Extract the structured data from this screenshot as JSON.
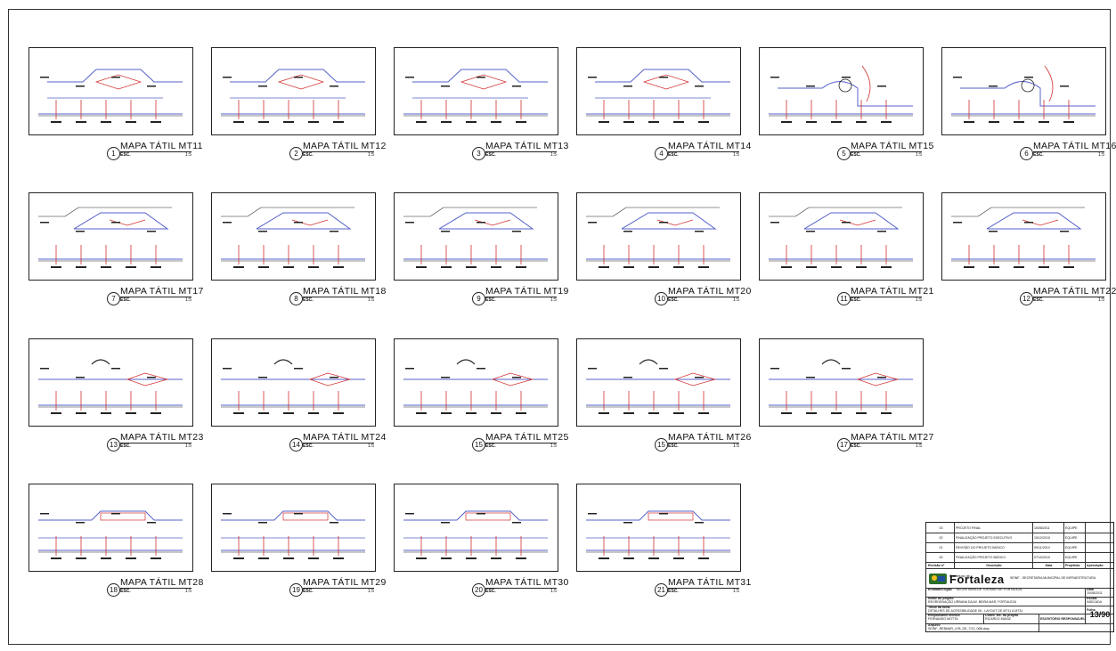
{
  "maps": [
    {
      "num": "1",
      "title": "MAPA  TÁTIL  MT11",
      "esc": "ESC.",
      "scale": "1:5"
    },
    {
      "num": "2",
      "title": "MAPA  TÁTIL  MT12",
      "esc": "ESC.",
      "scale": "1:5"
    },
    {
      "num": "3",
      "title": "MAPA  TÁTIL  MT13",
      "esc": "ESC.",
      "scale": "1:5"
    },
    {
      "num": "4",
      "title": "MAPA  TÁTIL  MT14",
      "esc": "ESC.",
      "scale": "1:5"
    },
    {
      "num": "5",
      "title": "MAPA  TÁTIL  MT15",
      "esc": "ESC.",
      "scale": "1:5"
    },
    {
      "num": "6",
      "title": "MAPA  TÁTIL  MT16",
      "esc": "ESC.",
      "scale": "1:5"
    },
    {
      "num": "7",
      "title": "MAPA  TÁTIL  MT17",
      "esc": "ESC.",
      "scale": "1:5"
    },
    {
      "num": "8",
      "title": "MAPA  TÁTIL  MT18",
      "esc": "ESC.",
      "scale": "1:5"
    },
    {
      "num": "9",
      "title": "MAPA  TÁTIL  MT19",
      "esc": "ESC.",
      "scale": "1:5"
    },
    {
      "num": "10",
      "title": "MAPA  TÁTIL  MT20",
      "esc": "ESC.",
      "scale": "1:5"
    },
    {
      "num": "11",
      "title": "MAPA  TÁTIL  MT21",
      "esc": "ESC.",
      "scale": "1:5"
    },
    {
      "num": "12",
      "title": "MAPA  TÁTIL  MT22",
      "esc": "ESC.",
      "scale": "1:5"
    },
    {
      "num": "13",
      "title": "MAPA  TÁTIL  MT23",
      "esc": "ESC.",
      "scale": "1:5"
    },
    {
      "num": "14",
      "title": "MAPA  TÁTIL  MT24",
      "esc": "ESC.",
      "scale": "1:5"
    },
    {
      "num": "15",
      "title": "MAPA  TÁTIL  MT25",
      "esc": "ESC.",
      "scale": "1:5"
    },
    {
      "num": "15",
      "title": "MAPA  TÁTIL  MT26",
      "esc": "ESC.",
      "scale": "1:5"
    },
    {
      "num": "17",
      "title": "MAPA  TÁTIL  MT27",
      "esc": "ESC.",
      "scale": "1:5"
    },
    {
      "num": "18",
      "title": "MAPA  TÁTIL  MT28",
      "esc": "ESC.",
      "scale": "1:5"
    },
    {
      "num": "19",
      "title": "MAPA  TÁTIL  MT29",
      "esc": "ESC.",
      "scale": "1:5"
    },
    {
      "num": "20",
      "title": "MAPA  TÁTIL  MT30",
      "esc": "ESC.",
      "scale": "1:5"
    },
    {
      "num": "21",
      "title": "MAPA  TÁTIL  MT31",
      "esc": "ESC.",
      "scale": "1:5"
    }
  ],
  "colors": {
    "line": "#5560c8",
    "mark": "#d23030",
    "ink": "#222222"
  },
  "title_block": {
    "revisions": [
      {
        "rev": "03",
        "desc": "PROJETO FINAL",
        "date": "10/08/2011",
        "by": "EQUIPE"
      },
      {
        "rev": "02",
        "desc": "FINALIZAÇÃO PROJETO EXECUTIVO",
        "date": "15/12/2010",
        "by": "EQUIPE"
      },
      {
        "rev": "01",
        "desc": "REVISÃO DO PROJETO BÁSICO",
        "date": "05/11/2010",
        "by": "EQUIPE"
      },
      {
        "rev": "00",
        "desc": "FINALIZAÇÃO PROJETO BÁSICO",
        "date": "07/10/2010",
        "by": "EQUIPE"
      }
    ],
    "rev_headers": {
      "rev": "Revisão nº",
      "desc": "Descrição",
      "date": "Data",
      "by": "Projetista",
      "appr": "Aprovação"
    },
    "logo_small": "Prefeitura de",
    "logo_text": "Fortaleza",
    "secretaria": "SEINF - SECRETARIA MUNICIPAL DE INFRAESTRUTURA",
    "entity_label": "Entidade/Órgão",
    "entity": "SECRETARIA DE TURISMO DE FORTALEZA",
    "date_label": "Data",
    "date": "10/08/2011",
    "project_label": "Nome do projeto",
    "project": "REORDENAÇÃO URBANA DA AV. BEIRA MAR, FORTALEZA",
    "scale_label": "Escala",
    "scale": "INDICADA",
    "sheet_title_label": "Título da folha",
    "sheet_title": "DETALHES DE ACESSIBILIDADE 06 - LAYOUT DE MT11 A MT31",
    "sheet_label": "Folha",
    "resp_label": "Responsável técnico",
    "resp": "FERNANDO MOTTA",
    "coord_label": "Coord. téc. do projeto",
    "coord": "RICARDO MUNIZ",
    "office": "ESCRITÓRIO RESPONSÁVEL",
    "file_label": "Arquivo",
    "file": "SEINF_REBMAR_LYB_DE_7/13_06B.dwg",
    "sheet_no": "13/90"
  }
}
